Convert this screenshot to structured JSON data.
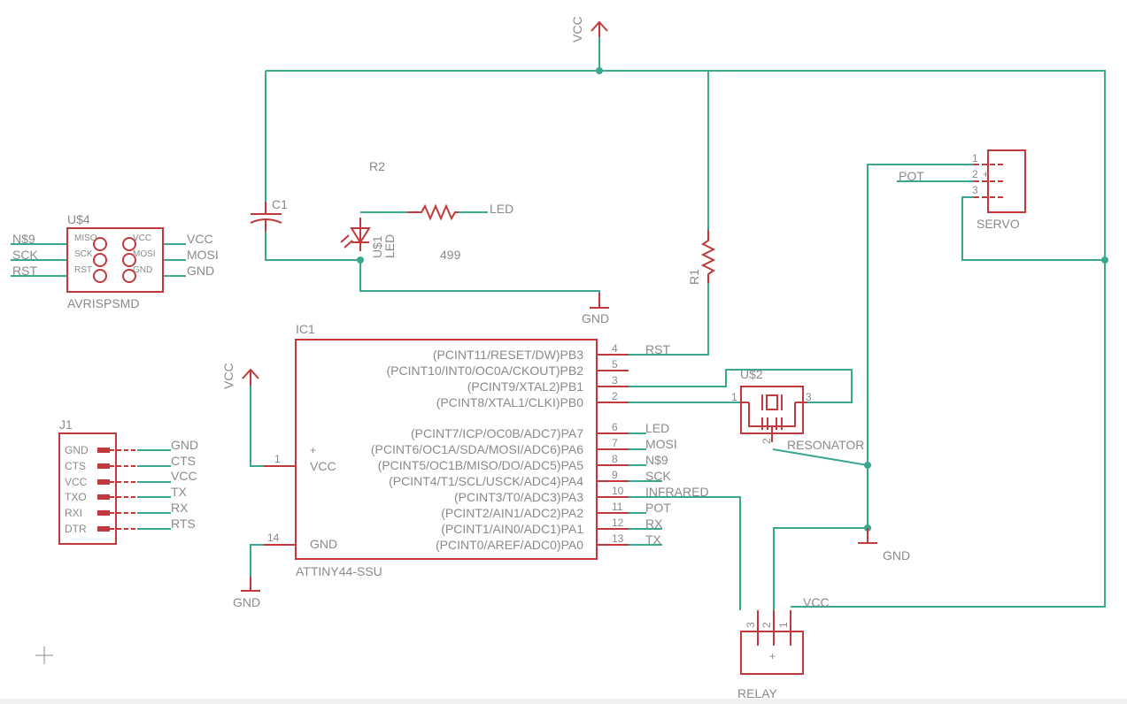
{
  "colors": {
    "wire": "#3aa88f",
    "symbol": "#c0393b",
    "label": "#8a8a8a",
    "background": "#ffffff"
  },
  "power": {
    "vcc": "VCC",
    "gnd": "GND"
  },
  "components": {
    "c1": "C1",
    "r2": {
      "name": "R2",
      "value": "499"
    },
    "r1": "R1",
    "led": {
      "name": "U$1",
      "value": "LED"
    },
    "led_net": "LED",
    "programmer": {
      "name": "U$4",
      "value": "AVRISPSMD",
      "pins": [
        "MISO",
        "VCC",
        "SCK",
        "MOSI",
        "RST",
        "GND"
      ],
      "left_nets": [
        "N$9",
        "SCK",
        "RST"
      ],
      "right_nets": [
        "VCC",
        "MOSI",
        "GND"
      ]
    },
    "ftdi": {
      "name": "J1",
      "pins": [
        "GND",
        "CTS",
        "VCC",
        "TXO",
        "RXI",
        "DTR"
      ],
      "nets": [
        "GND",
        "CTS",
        "VCC",
        "TX",
        "RX",
        "RTS"
      ]
    },
    "ic": {
      "name": "IC1",
      "value": "ATTINY44-SSU",
      "vcc_pin_label": "VCC",
      "gnd_pin_label": "GND",
      "vcc_pin_no": "1",
      "gnd_pin_no": "14",
      "right_pins": [
        {
          "label": "(PCINT11/RESET/DW)PB3",
          "num": "4",
          "net": "RST"
        },
        {
          "label": "(PCINT10/INT0/OC0A/CKOUT)PB2",
          "num": "5",
          "net": ""
        },
        {
          "label": "(PCINT9/XTAL2)PB1",
          "num": "3",
          "net": ""
        },
        {
          "label": "(PCINT8/XTAL1/CLKI)PB0",
          "num": "2",
          "net": ""
        },
        {
          "label": "(PCINT7/ICP/OC0B/ADC7)PA7",
          "num": "6",
          "net": "LED"
        },
        {
          "label": "(PCINT6/OC1A/SDA/MOSI/ADC6)PA6",
          "num": "7",
          "net": "MOSI"
        },
        {
          "label": "(PCINT5/OC1B/MISO/DO/ADC5)PA5",
          "num": "8",
          "net": "N$9"
        },
        {
          "label": "(PCINT4/T1/SCL/USCK/ADC4)PA4",
          "num": "9",
          "net": "SCK"
        },
        {
          "label": "(PCINT3/T0/ADC3)PA3",
          "num": "10",
          "net": "INFRARED"
        },
        {
          "label": "(PCINT2/AIN1/ADC2)PA2",
          "num": "11",
          "net": "POT"
        },
        {
          "label": "(PCINT1/AIN0/ADC1)PA1",
          "num": "12",
          "net": "RX"
        },
        {
          "label": "(PCINT0/AREF/ADC0)PA0",
          "num": "13",
          "net": "TX"
        }
      ]
    },
    "resonator": {
      "name": "U$2",
      "value": "RESONATOR",
      "pins": [
        "1",
        "2",
        "3"
      ]
    },
    "servo": {
      "value": "SERVO",
      "pins": [
        "1",
        "2",
        "3"
      ],
      "net": "POT"
    },
    "relay": {
      "value": "RELAY",
      "pins": [
        "3",
        "2",
        "1"
      ],
      "net": "VCC"
    }
  }
}
